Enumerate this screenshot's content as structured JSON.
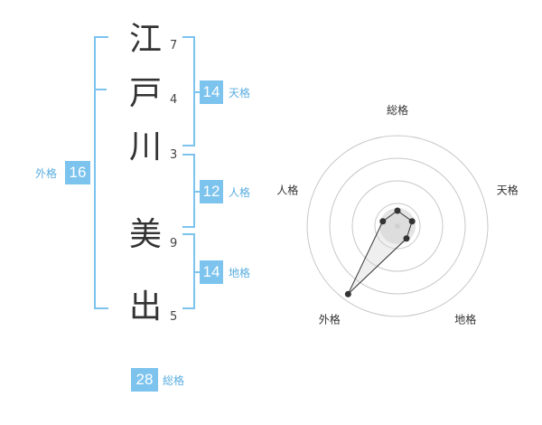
{
  "name": {
    "chars": [
      {
        "char": "江",
        "strokes": "7"
      },
      {
        "char": "戸",
        "strokes": "4"
      },
      {
        "char": "川",
        "strokes": "3"
      },
      {
        "char": "美",
        "strokes": "9"
      },
      {
        "char": "出",
        "strokes": "5"
      }
    ]
  },
  "scores": {
    "tenkaku": {
      "value": "14",
      "label": "天格"
    },
    "jinkaku": {
      "value": "12",
      "label": "人格"
    },
    "chikaku": {
      "value": "14",
      "label": "地格"
    },
    "gaikaku": {
      "value": "16",
      "label": "外格"
    },
    "soukaku": {
      "value": "28",
      "label": "総格"
    }
  },
  "colors": {
    "accent": "#7cc3ee",
    "text": "#333333"
  },
  "chart_data": {
    "type": "radar",
    "axes": [
      "総格",
      "天格",
      "地格",
      "外格",
      "人格"
    ],
    "values": [
      0.17,
      0.17,
      0.17,
      0.93,
      0.17
    ],
    "rmax": 1,
    "grid": true
  }
}
